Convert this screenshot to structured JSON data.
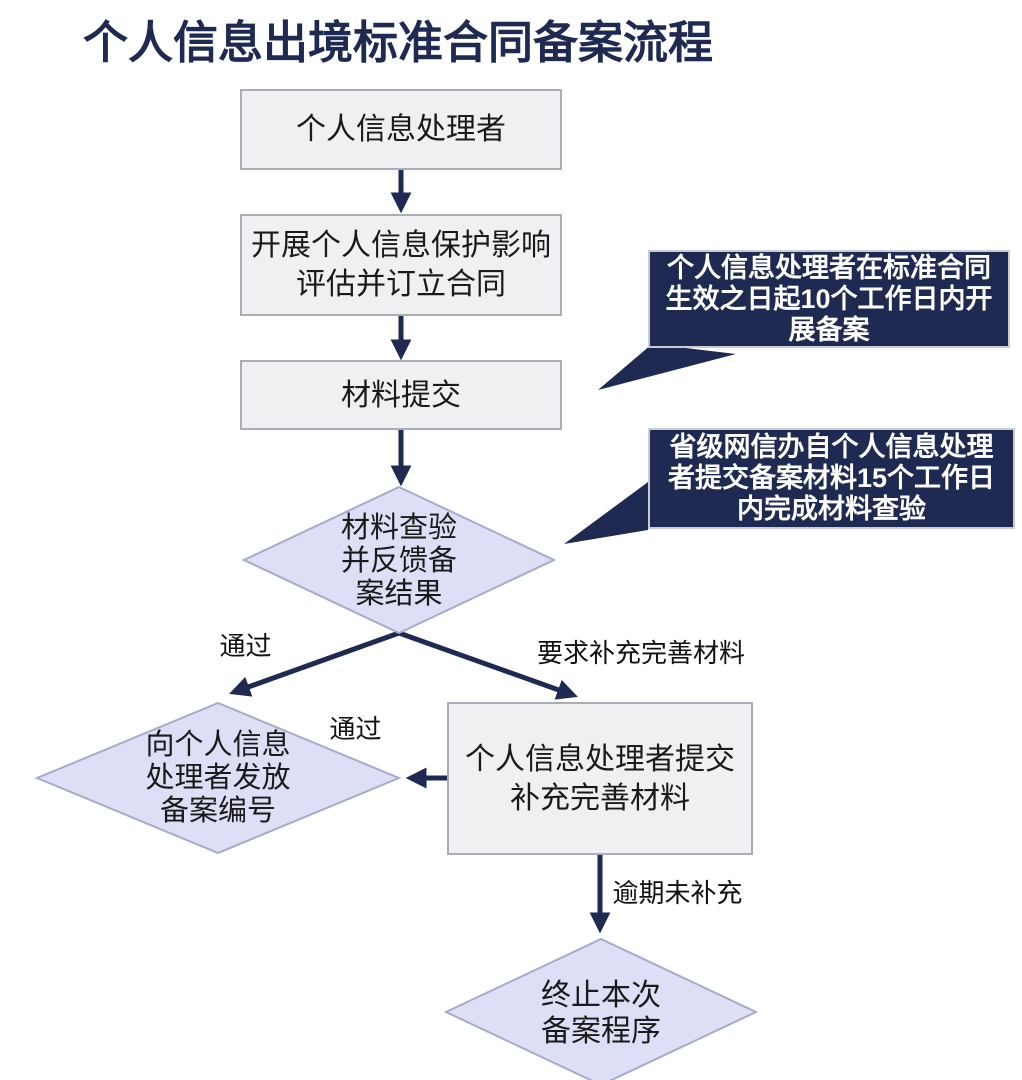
{
  "title": "个人信息出境标准合同备案流程",
  "colors": {
    "accent_navy": "#1F2A52",
    "box_fill": "#F0F0F2",
    "box_border": "#AAADB8",
    "diamond_fill": "#DCDFF5",
    "diamond_border": "#A6ABC8",
    "callout_bg": "#1F2A52",
    "callout_text": "#FFFFFF",
    "node_text": "#1A1A1A",
    "background": "#FFFFFF"
  },
  "nodes": {
    "processor": {
      "label": "个人信息处理者"
    },
    "assessment": {
      "lines": [
        "开展个人信息保护影响",
        "评估并订立合同"
      ]
    },
    "submission": {
      "label": "材料提交"
    },
    "material_check": {
      "lines": [
        "材料查验",
        "并反馈备",
        "案结果"
      ]
    },
    "issue_number": {
      "lines": [
        "向个人信息",
        "处理者发放",
        "备案编号"
      ]
    },
    "supplement_submit": {
      "lines": [
        "个人信息处理者提交",
        "补充完善材料"
      ]
    },
    "terminate": {
      "lines": [
        "终止本次",
        "备案程序"
      ]
    }
  },
  "callouts": [
    {
      "lines": [
        "个人信息处理者在标准合同",
        "生效之日起10个工作日内开",
        "展备案"
      ]
    },
    {
      "lines": [
        "省级网信办自个人信息处理",
        "者提交备案材料15个工作日",
        "内完成材料查验"
      ]
    }
  ],
  "edge_labels": {
    "pass_to_issue": "通过",
    "require_supplement": "要求补充完善材料",
    "pass_from_supplement": "通过",
    "overdue_not_supplemented": "逾期未补充"
  }
}
